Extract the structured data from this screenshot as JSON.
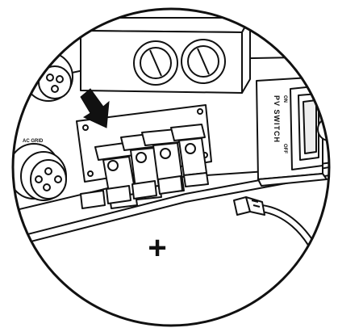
{
  "labels": {
    "ac_grid": "AC GRID",
    "pv_switch": "PV SWITCH",
    "switch_on": "ON",
    "switch_off": "OFF",
    "plus_sign": "+"
  },
  "colors": {
    "line": "#111111",
    "fill": "#ffffff",
    "arrow": "#111111"
  },
  "icons": {
    "insert_arrow": "arrow-down-right-icon"
  }
}
